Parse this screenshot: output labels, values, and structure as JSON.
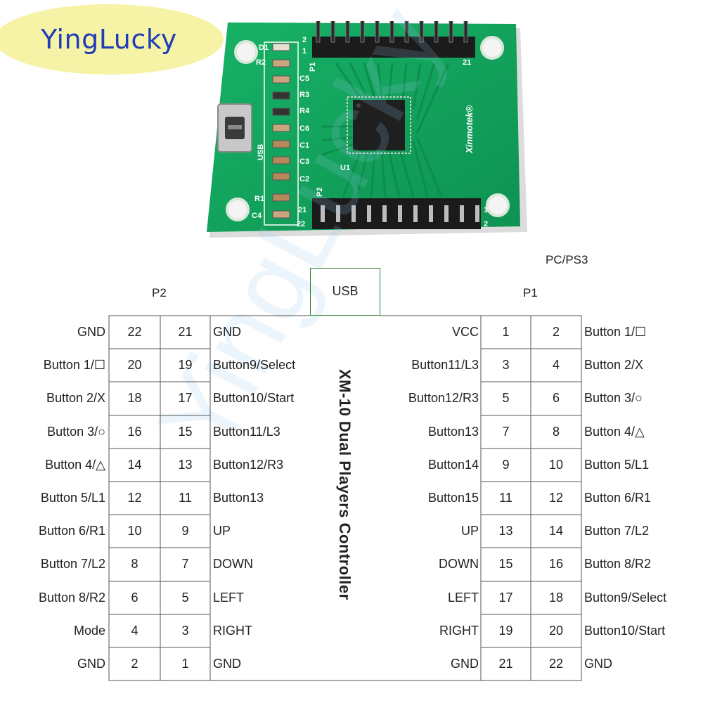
{
  "brand": "YingLucky",
  "watermark": "YingLucky",
  "title": "XM-10 Dual Players Controller",
  "platform": "PC/PS3",
  "usb_label": "USB",
  "p2_header": "P2",
  "p1_header": "P1",
  "pcb": {
    "brand_mark": "Xinmotek®",
    "usb": "USB",
    "u1": "U1",
    "p1": "P1",
    "p2": "P2",
    "d1": "D1",
    "components": [
      "R2",
      "C5",
      "R3",
      "R4",
      "C6",
      "C1",
      "C3",
      "C2",
      "R1",
      "C4"
    ],
    "pin_marks": {
      "p1_top": "1",
      "p1_top2": "2",
      "p1_end": "21",
      "p2_start": "21",
      "p2_start2": "22",
      "p2_end1": "1",
      "p2_end2": "2"
    }
  },
  "p2_rows": [
    {
      "left": "GND",
      "a": "22",
      "b": "21",
      "right": "GND"
    },
    {
      "left": "Button 1/☐",
      "a": "20",
      "b": "19",
      "right": "Button9/Select"
    },
    {
      "left": "Button 2/X",
      "a": "18",
      "b": "17",
      "right": "Button10/Start"
    },
    {
      "left": "Button 3/○",
      "a": "16",
      "b": "15",
      "right": "Button11/L3"
    },
    {
      "left": "Button 4/△",
      "a": "14",
      "b": "13",
      "right": "Button12/R3"
    },
    {
      "left": "Button 5/L1",
      "a": "12",
      "b": "11",
      "right": "Button13"
    },
    {
      "left": "Button 6/R1",
      "a": "10",
      "b": "9",
      "right": "UP"
    },
    {
      "left": "Button 7/L2",
      "a": "8",
      "b": "7",
      "right": "DOWN"
    },
    {
      "left": "Button 8/R2",
      "a": "6",
      "b": "5",
      "right": "LEFT"
    },
    {
      "left": "Mode",
      "a": "4",
      "b": "3",
      "right": "RIGHT"
    },
    {
      "left": "GND",
      "a": "2",
      "b": "1",
      "right": "GND"
    }
  ],
  "p1_rows": [
    {
      "left": "VCC",
      "a": "1",
      "b": "2",
      "right": "Button 1/☐"
    },
    {
      "left": "Button11/L3",
      "a": "3",
      "b": "4",
      "right": "Button 2/X"
    },
    {
      "left": "Button12/R3",
      "a": "5",
      "b": "6",
      "right": "Button 3/○"
    },
    {
      "left": "Button13",
      "a": "7",
      "b": "8",
      "right": "Button 4/△"
    },
    {
      "left": "Button14",
      "a": "9",
      "b": "10",
      "right": "Button 5/L1"
    },
    {
      "left": "Button15",
      "a": "11",
      "b": "12",
      "right": "Button 6/R1"
    },
    {
      "left": "UP",
      "a": "13",
      "b": "14",
      "right": "Button 7/L2"
    },
    {
      "left": "DOWN",
      "a": "15",
      "b": "16",
      "right": "Button 8/R2"
    },
    {
      "left": "LEFT",
      "a": "17",
      "b": "18",
      "right": "Button9/Select"
    },
    {
      "left": "RIGHT",
      "a": "19",
      "b": "20",
      "right": "Button10/Start"
    },
    {
      "left": "GND",
      "a": "21",
      "b": "22",
      "right": "GND"
    }
  ],
  "colors": {
    "pcb": "#12a05a",
    "pcb_dark": "#0b7a43",
    "silk": "#ffffff",
    "pin": "#1b1b1b",
    "brand_bg": "#f6f3a6",
    "brand_text": "#1f3db8",
    "usb_box": "#2e7d32"
  }
}
